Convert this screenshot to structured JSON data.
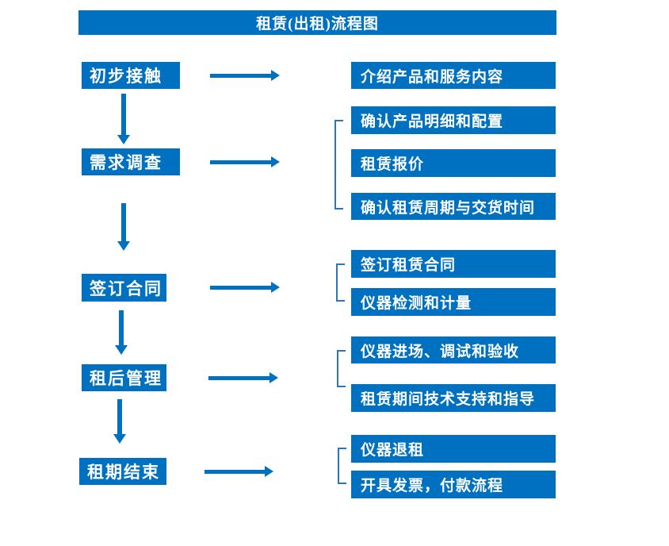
{
  "colors": {
    "accent": "#0070C0",
    "bracket": "#2E75B6",
    "text": "#FFFFFF",
    "background": "#FFFFFF"
  },
  "flow": {
    "title": "租赁(出租)流程图",
    "steps": [
      {
        "label": "初步接触",
        "details": [
          "介绍产品和服务内容"
        ]
      },
      {
        "label": "需求调查",
        "details": [
          "确认产品明细和配置",
          "租赁报价",
          "确认租赁周期与交货时间"
        ]
      },
      {
        "label": "签订合同",
        "details": [
          "签订租赁合同",
          "仪器检测和计量"
        ]
      },
      {
        "label": "租后管理",
        "details": [
          "仪器进场、调试和验收",
          "租赁期间技术支持和指导"
        ]
      },
      {
        "label": "租期结束",
        "details": [
          "仪器退租",
          "开具发票，付款流程"
        ]
      }
    ]
  }
}
